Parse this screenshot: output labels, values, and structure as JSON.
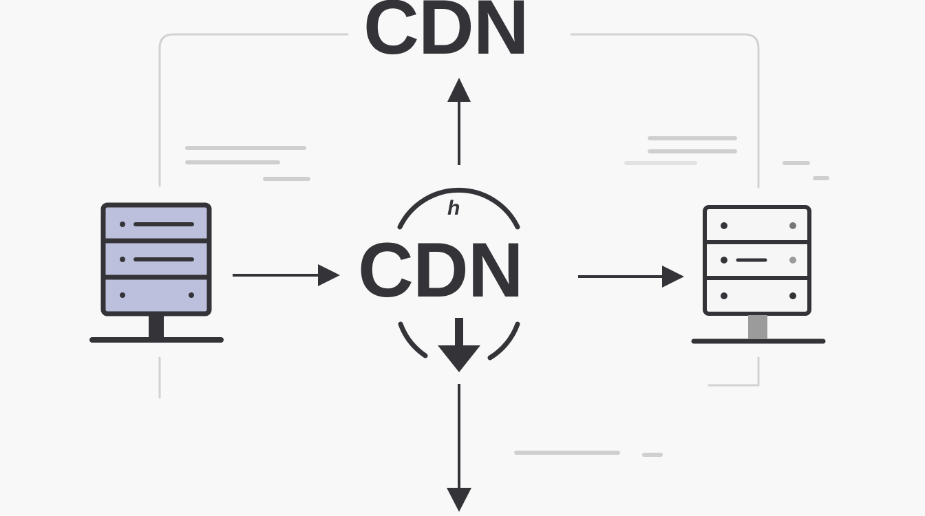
{
  "diagram": {
    "top_label": "CDN",
    "center_label": "CDN",
    "center_mark": "h"
  },
  "nodes": {
    "left_server": {
      "icon": "server-icon",
      "fill": "#bcc0dc"
    },
    "right_server": {
      "icon": "server-icon",
      "fill": "#f6f6f6"
    },
    "center_node": {
      "icon": "cdn-node-icon"
    }
  },
  "colors": {
    "stroke": "#333338",
    "muted": "#c8c8c8",
    "background": "#f8f8f8",
    "left_server_fill": "#bcc0dc",
    "right_server_stand": "#9b9b9b"
  }
}
